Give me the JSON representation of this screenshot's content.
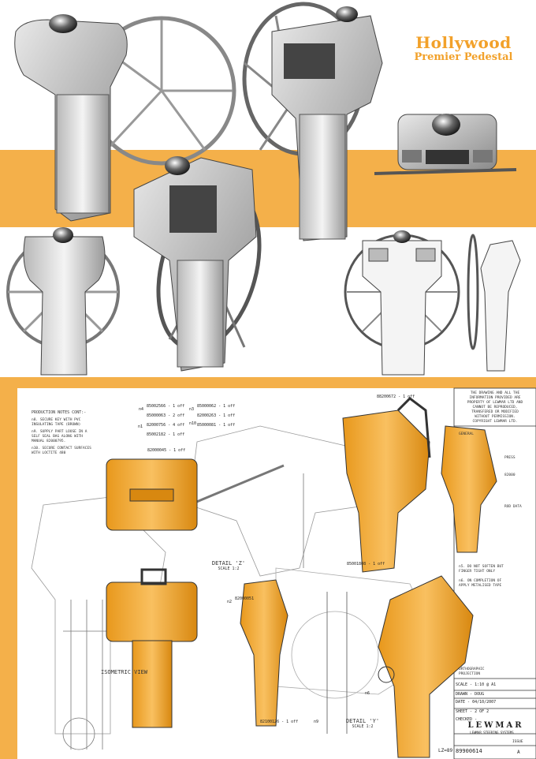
{
  "poster": {
    "title_line1": "Hollywood",
    "title_line2": "Premier Pedestal"
  },
  "colors": {
    "accent": "#f2a12a",
    "band": "#f4b04a",
    "render_gray": "#cfcfcf",
    "line": "#444444"
  },
  "drawing": {
    "notes_header": "PRODUCTION NOTES CONT:-",
    "note_8": "n8. SECURE KEY WITH PVC\nINSULATING TAPE (BROWN)",
    "note_9": "n9. SUPPLY PART LOOSE IN A\nSELF SEAL BAG ALONG WITH\nMANUAL 82000795.",
    "note_10": "n10. SECURE CONTACT SURFACES\nWITH LOCTITE 480",
    "parts": [
      "85002566 - 1 off",
      "85000063 - 2 off",
      "82000756 - 4 off",
      "85002182 - 1 off",
      "85000062 - 1 off",
      "82000263 - 1 off",
      "85000081 - 1 off",
      "82000045 - 1 off",
      "88200672 - 1 off",
      "85001808 - 1 off",
      "82000051",
      "82100126 - 1 off"
    ],
    "callouts": [
      "n4",
      "n3",
      "n1",
      "n10",
      "n2",
      "n6",
      "n9"
    ],
    "detail_z": "DETAIL 'Z'",
    "detail_y": "DETAIL 'Y'",
    "scale_label": "SCALE 1:2",
    "iso_view": "ISOMETRIC VIEW",
    "copyright": "THE DRAWING AND ALL THE\nINFORMATION PROVIDED ARE\nPROPERTY OF LEWMAR LTD AND\nCANNOT BE REPRODUCED,\nTRANSFERED OR MODIFIED\nWITHOUT PERMISSION.\nCOPYRIGHT LEWMAR LTD.",
    "right_notes": [
      "GENERAL",
      "PRESS",
      "82000",
      "ROD DATA",
      "n5. DO NOT SOFTEN BUT",
      "FINGER TIGHT ONLY",
      "n6. ON COMPLETION OF",
      "APPLY METALISED TAPE"
    ],
    "title_block": {
      "projection": "ORTHOGRAPHIC\nPROJECTION",
      "scale": "SCALE - 1:10 @ A1",
      "drawn": "DRAWN -  DOUG",
      "date": "DATE - 04/10/2007",
      "sheet": "SHEET - 2 OF 2",
      "checked": "CHECKED -",
      "company": "LEWMAR",
      "company_sub": "LEWMAR STEERING SYSTEMS",
      "number": "89900614",
      "issue_label": "ISSUE",
      "issue": "A",
      "side_code": "LZ=89"
    }
  }
}
